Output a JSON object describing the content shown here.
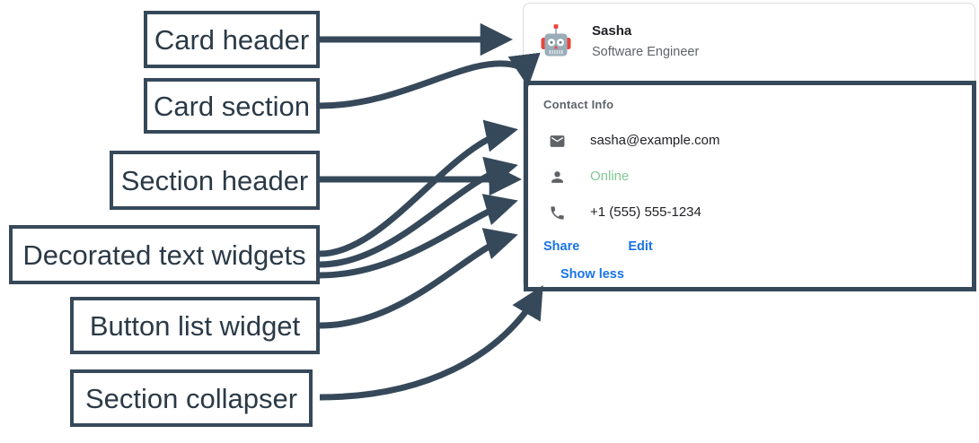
{
  "annotations": [
    {
      "id": "card-header",
      "label": "Card header"
    },
    {
      "id": "card-section",
      "label": "Card section"
    },
    {
      "id": "section-header",
      "label": "Section header"
    },
    {
      "id": "decorated-text-widgets",
      "label": "Decorated text widgets"
    },
    {
      "id": "button-list-widget",
      "label": "Button list widget"
    },
    {
      "id": "section-collapser",
      "label": "Section collapser"
    }
  ],
  "card": {
    "header": {
      "avatar_icon": "robot-avatar-icon",
      "title": "Sasha",
      "subtitle": "Software Engineer"
    },
    "section": {
      "header": "Contact Info",
      "rows": [
        {
          "icon": "mail-icon",
          "text": "sasha@example.com",
          "style": "default"
        },
        {
          "icon": "person-icon",
          "text": "Online",
          "style": "online"
        },
        {
          "icon": "phone-icon",
          "text": "+1 (555) 555-1234",
          "style": "default"
        }
      ],
      "buttons": [
        {
          "label": "Share"
        },
        {
          "label": "Edit"
        }
      ],
      "collapser": {
        "label": "Show less"
      }
    }
  },
  "colors": {
    "annotation_stroke": "#36495a",
    "link_blue": "#1a73e8",
    "status_green": "#81c995",
    "text_primary": "#202124",
    "text_secondary": "#5f6368",
    "card_border": "#dadce0"
  }
}
